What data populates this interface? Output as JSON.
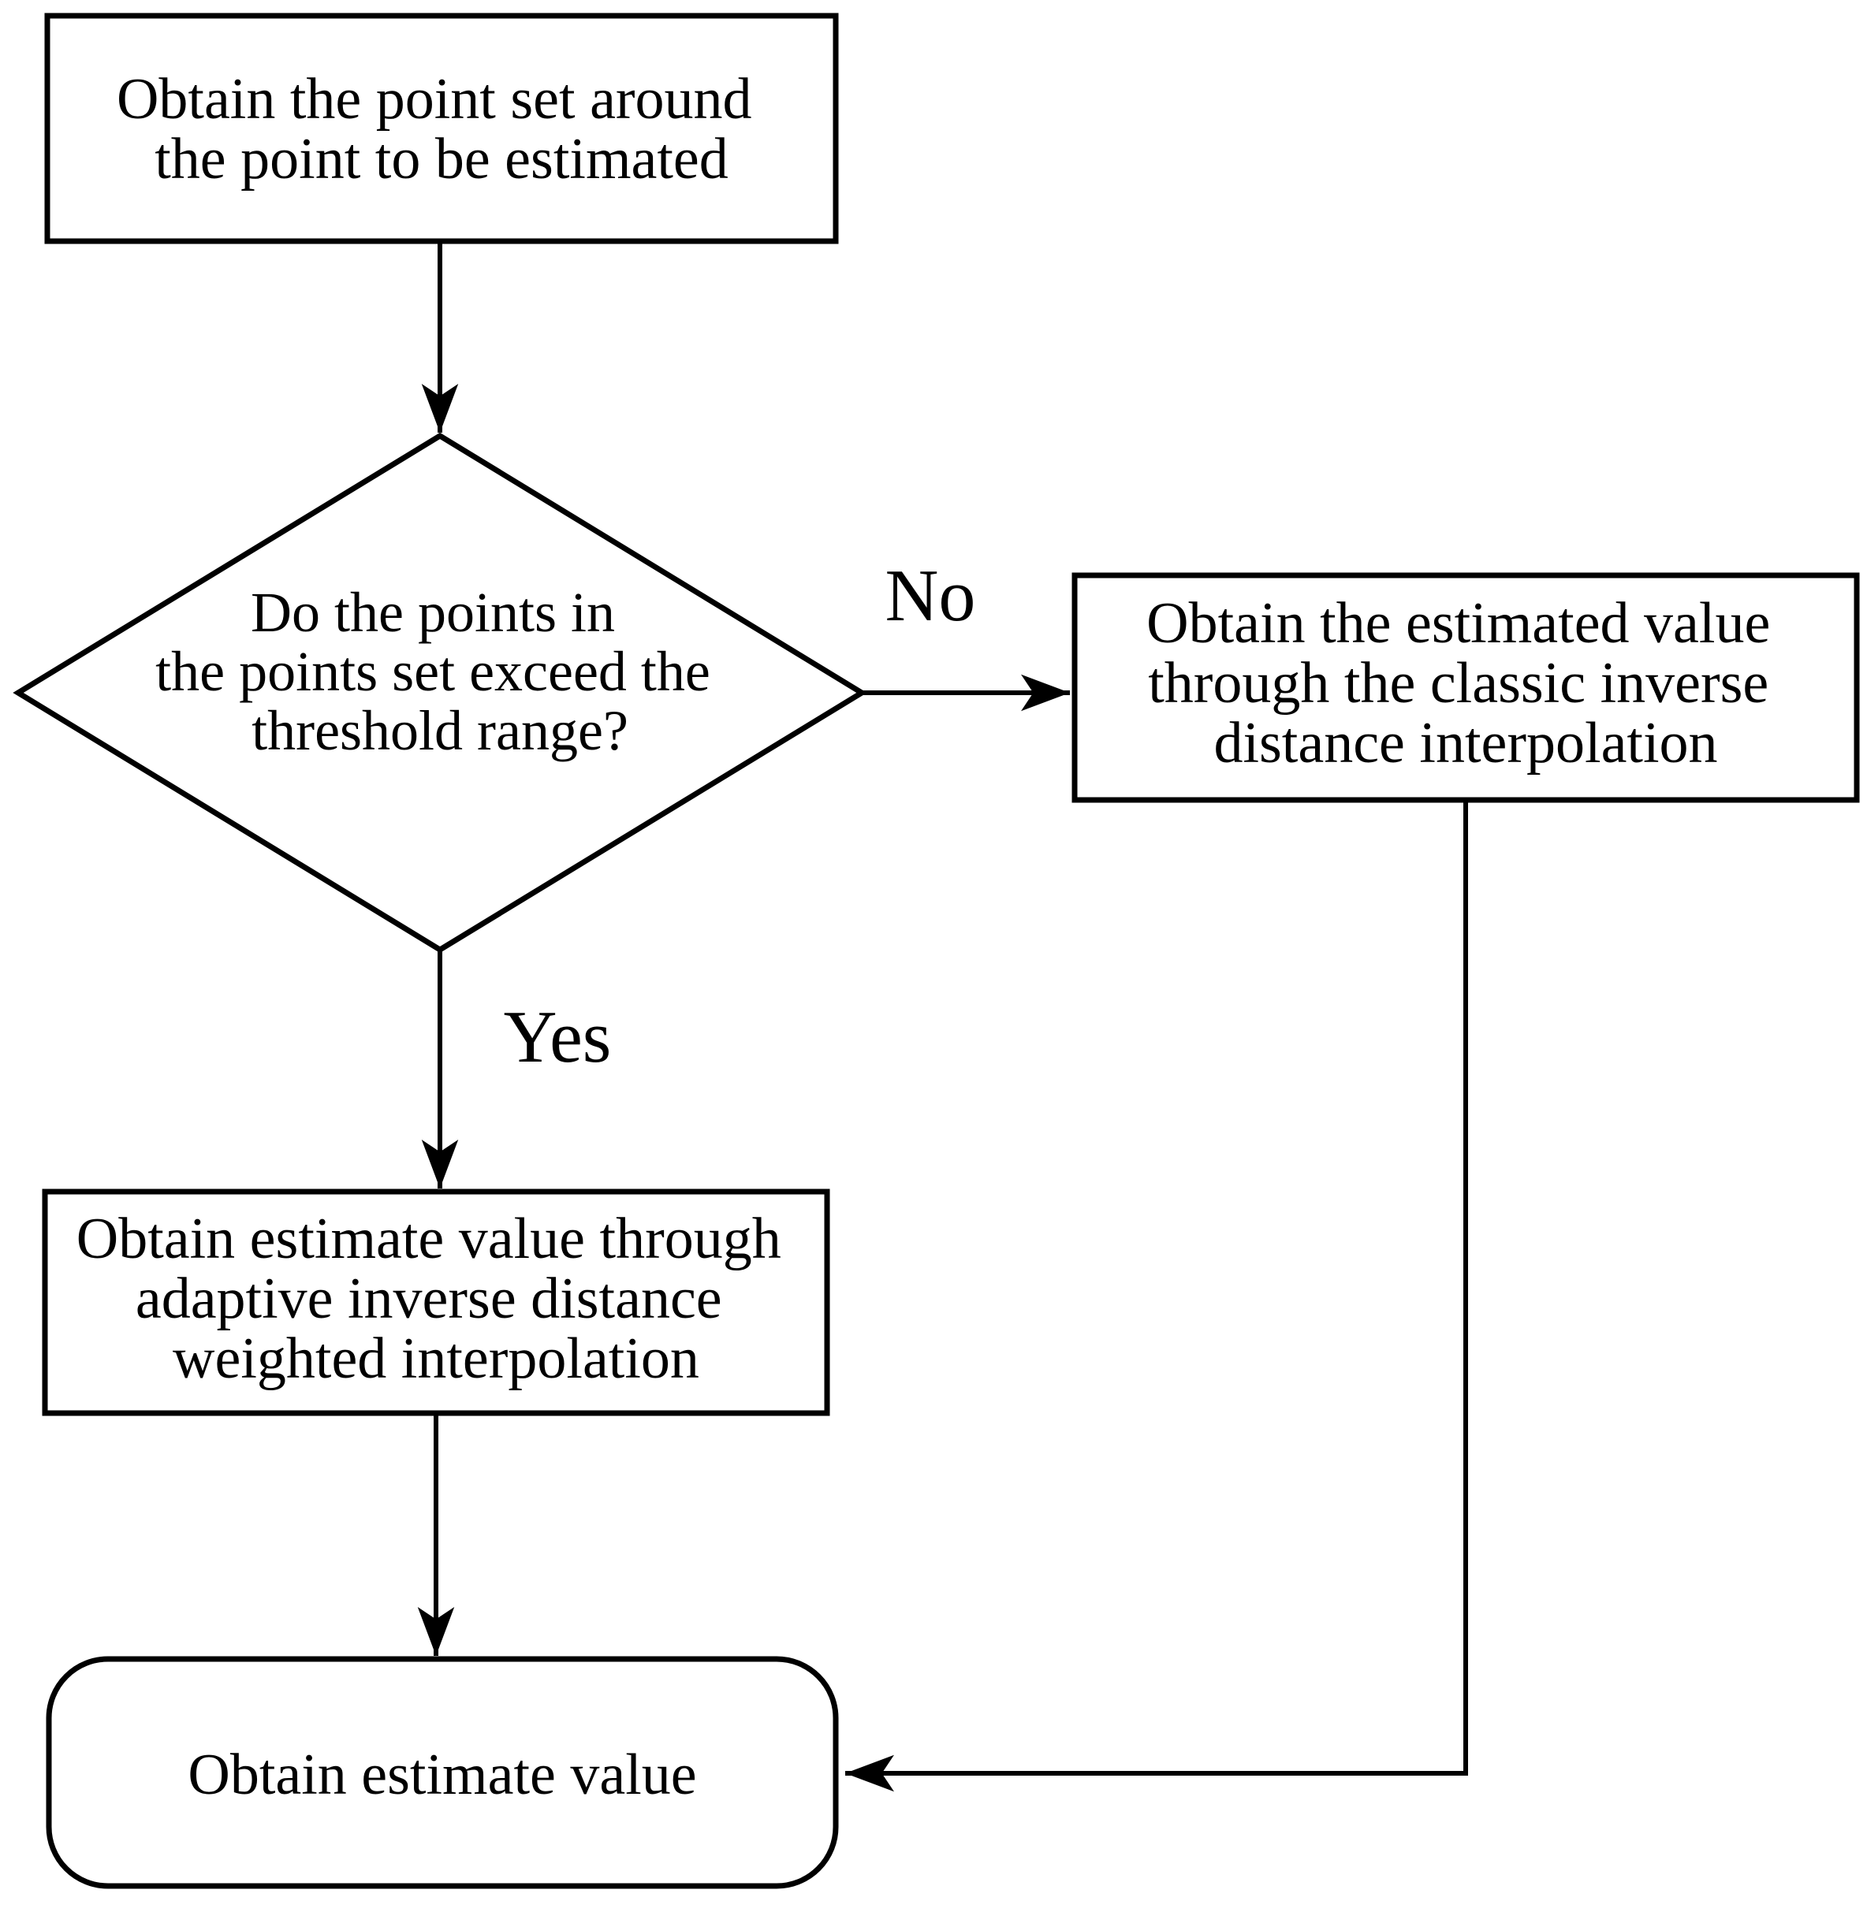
{
  "diagram": {
    "type": "flowchart",
    "background_color": "#ffffff",
    "stroke_color": "#000000",
    "fill_color": "#ffffff"
  },
  "nodes": {
    "start": {
      "shape": "rectangle",
      "lines": [
        "Obtain the point set around",
        "the point to be estimated"
      ]
    },
    "decision": {
      "shape": "diamond",
      "lines": [
        "Do the points in",
        "the points set exceed the",
        "threshold range?"
      ]
    },
    "classic": {
      "shape": "rectangle",
      "lines": [
        "Obtain the estimated value",
        "through the classic inverse",
        "distance interpolation"
      ]
    },
    "adaptive": {
      "shape": "rectangle",
      "lines": [
        "Obtain estimate value through",
        "adaptive inverse distance",
        "weighted interpolation"
      ]
    },
    "result": {
      "shape": "rounded-rectangle",
      "lines": [
        "Obtain estimate value"
      ]
    }
  },
  "edges": {
    "no_label": "No",
    "yes_label": "Yes"
  }
}
